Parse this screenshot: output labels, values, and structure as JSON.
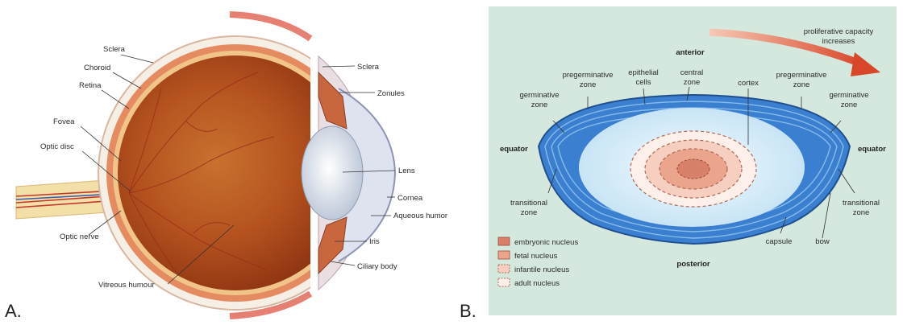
{
  "panel_a": {
    "letter": "A.",
    "labels": {
      "sclera_top": "Sclera",
      "choroid": "Choroid",
      "retina": "Retina",
      "fovea": "Fovea",
      "optic_disc": "Optic disc",
      "optic_nerve": "Optic nerve",
      "vitreous_humour": "Vitreous humour",
      "sclera_front": "Sclera",
      "zonules": "Zonules",
      "lens": "Lens",
      "cornea": "Cornea",
      "aqueous_humor": "Aqueous humor",
      "iris": "Iris",
      "ciliary_body": "Ciliary body"
    }
  },
  "panel_b": {
    "letter": "B.",
    "labels": {
      "proliferative_1": "proliferative capacity",
      "proliferative_2": "increases",
      "anterior": "anterior",
      "posterior": "posterior",
      "equator_left": "equator",
      "equator_right": "equator",
      "germinative_left_1": "germinative",
      "germinative_left_2": "zone",
      "pregerminative_left_1": "pregerminative",
      "pregerminative_left_2": "zone",
      "epithelial_1": "epithelial",
      "epithelial_2": "cells",
      "central_1": "central",
      "central_2": "zone",
      "cortex": "cortex",
      "pregerminative_right_1": "pregerminative",
      "pregerminative_right_2": "zone",
      "germinative_right_1": "germinative",
      "germinative_right_2": "zone",
      "transitional_left_1": "transitional",
      "transitional_left_2": "zone",
      "transitional_right_1": "transitional",
      "transitional_right_2": "zone",
      "capsule": "capsule",
      "bow": "bow"
    },
    "legend": [
      {
        "label": "embryonic nucleus",
        "color": "#d9806b"
      },
      {
        "label": "fetal nucleus",
        "color": "#eba58d"
      },
      {
        "label": "infantile nucleus",
        "color": "#f6cfc0"
      },
      {
        "label": "adult nucleus",
        "color": "#fdf0ea"
      }
    ],
    "background_color": "#d4e8dd"
  }
}
